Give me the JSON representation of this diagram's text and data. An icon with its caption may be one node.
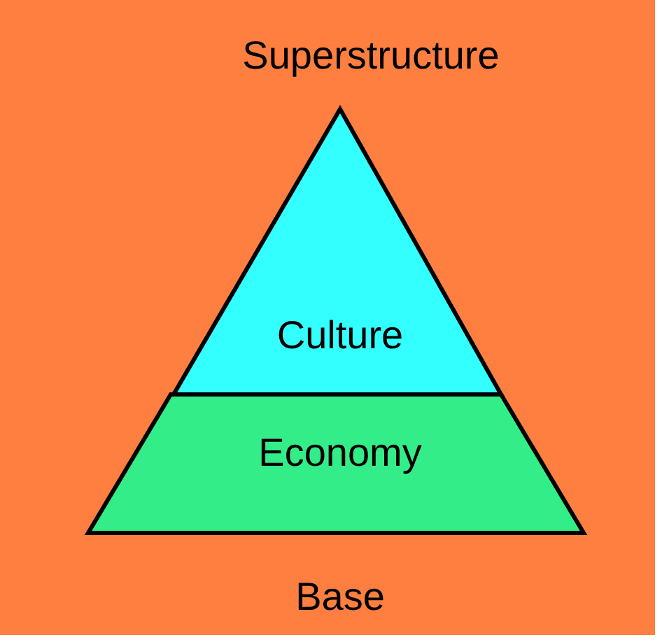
{
  "diagram": {
    "nodes": [
      {
        "text": [
          "Culture"
        ]
      },
      {
        "text": [
          "Economy"
        ]
      }
    ],
    "labels": [
      "Superstructure",
      "Base"
    ]
  }
}
